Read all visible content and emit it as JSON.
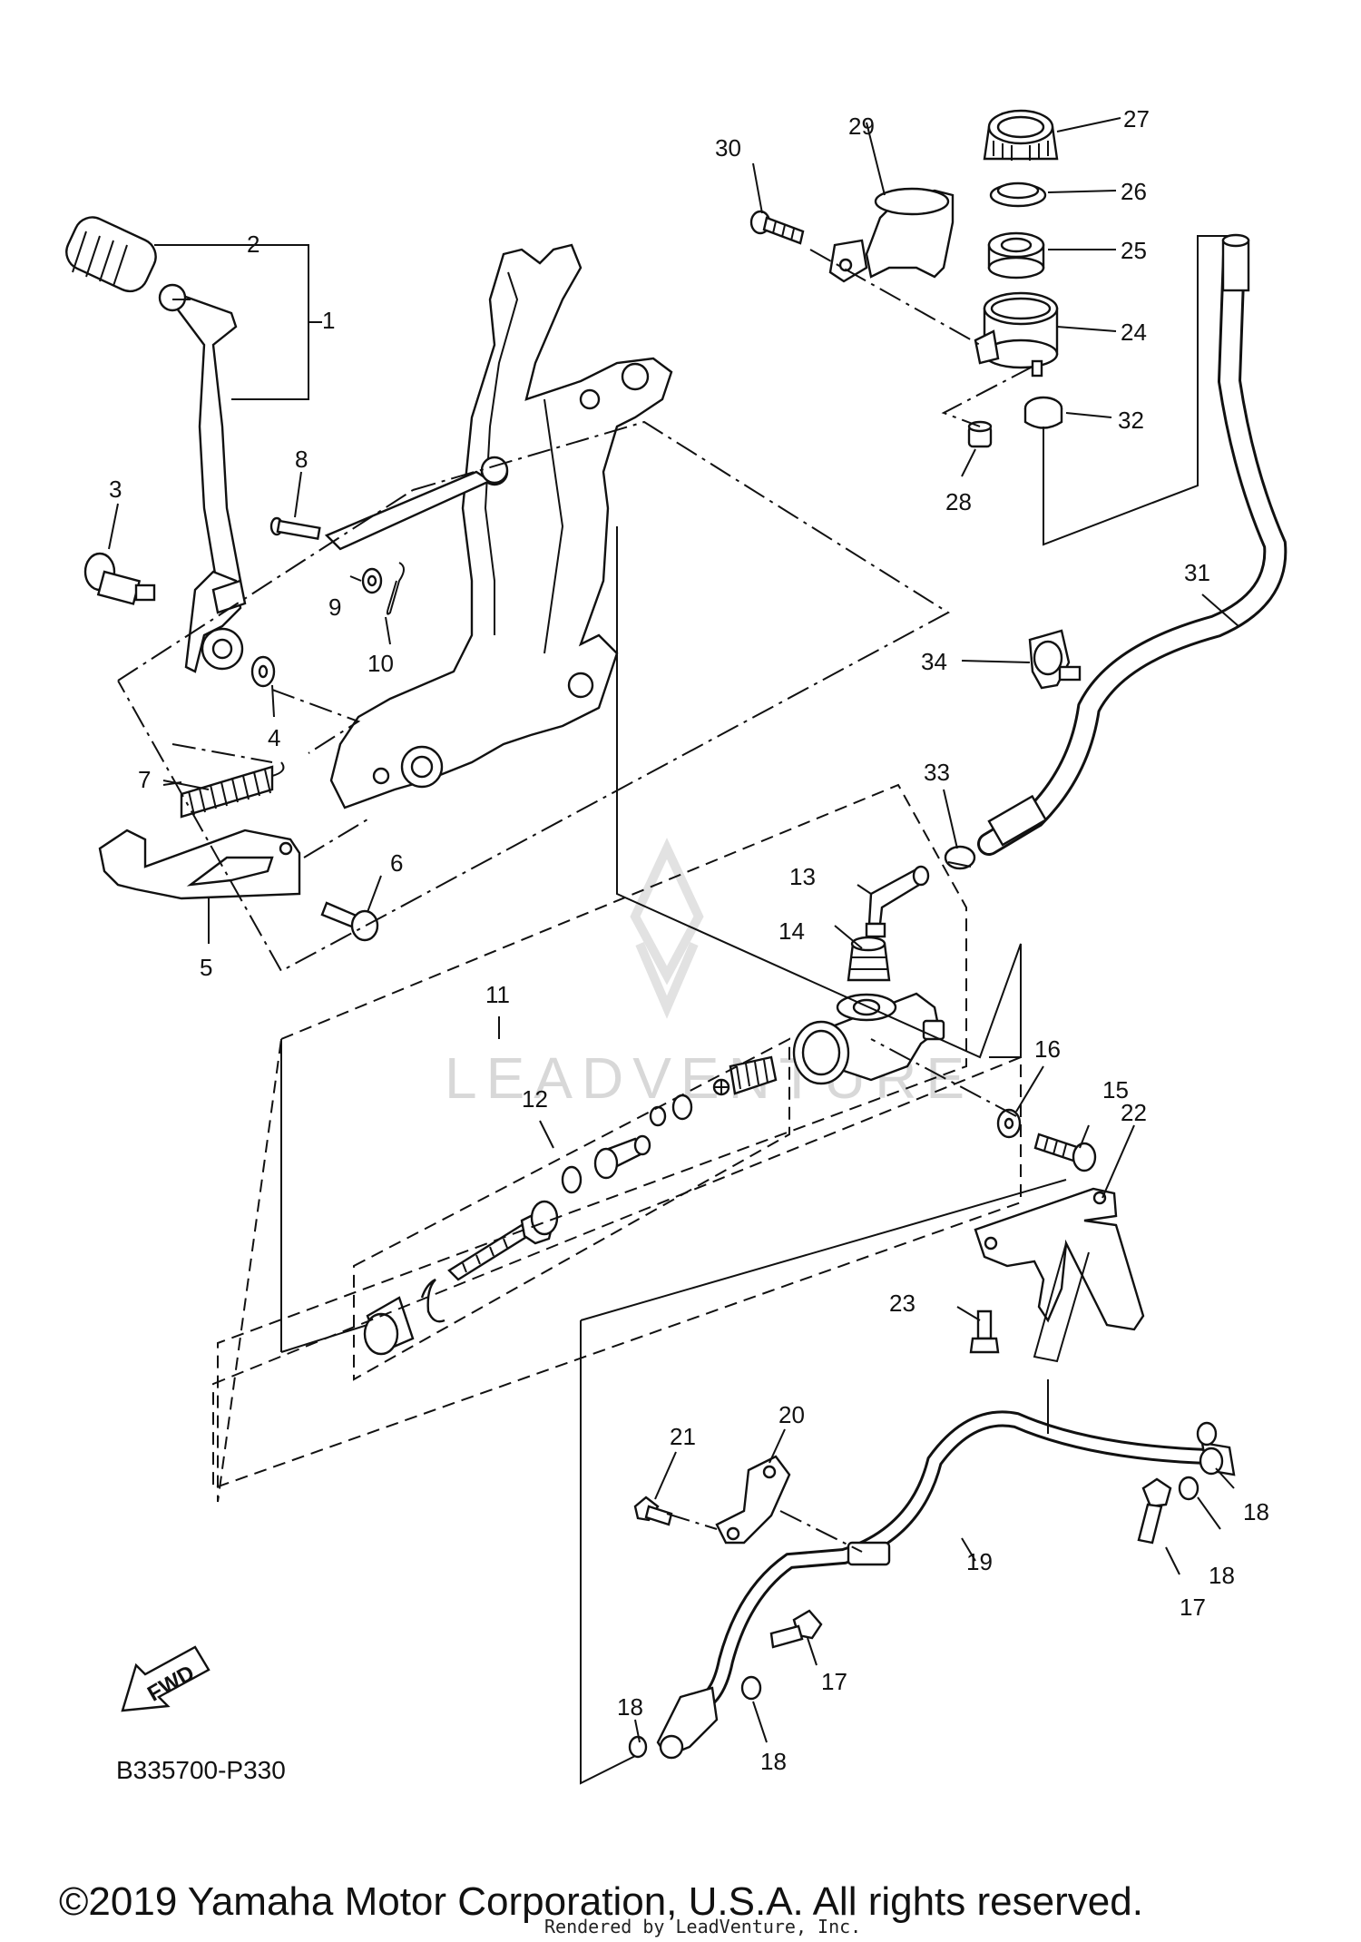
{
  "diagram": {
    "part_code": "B335700-P330",
    "fwd_label": "FWD",
    "watermark": "LEADVENTURE",
    "copyright": "©2019 Yamaha Motor Corporation, U.S.A. All rights reserved.",
    "rendered_by": "Rendered by LeadVenture, Inc.",
    "labels": [
      "1",
      "2",
      "3",
      "4",
      "5",
      "6",
      "7",
      "8",
      "9",
      "10",
      "11",
      "12",
      "13",
      "14",
      "15",
      "16",
      "17",
      "18",
      "19",
      "20",
      "21",
      "22",
      "23",
      "24",
      "25",
      "26",
      "27",
      "28",
      "29",
      "30",
      "31",
      "32",
      "33",
      "34",
      "18",
      "18",
      "18",
      "17"
    ]
  }
}
